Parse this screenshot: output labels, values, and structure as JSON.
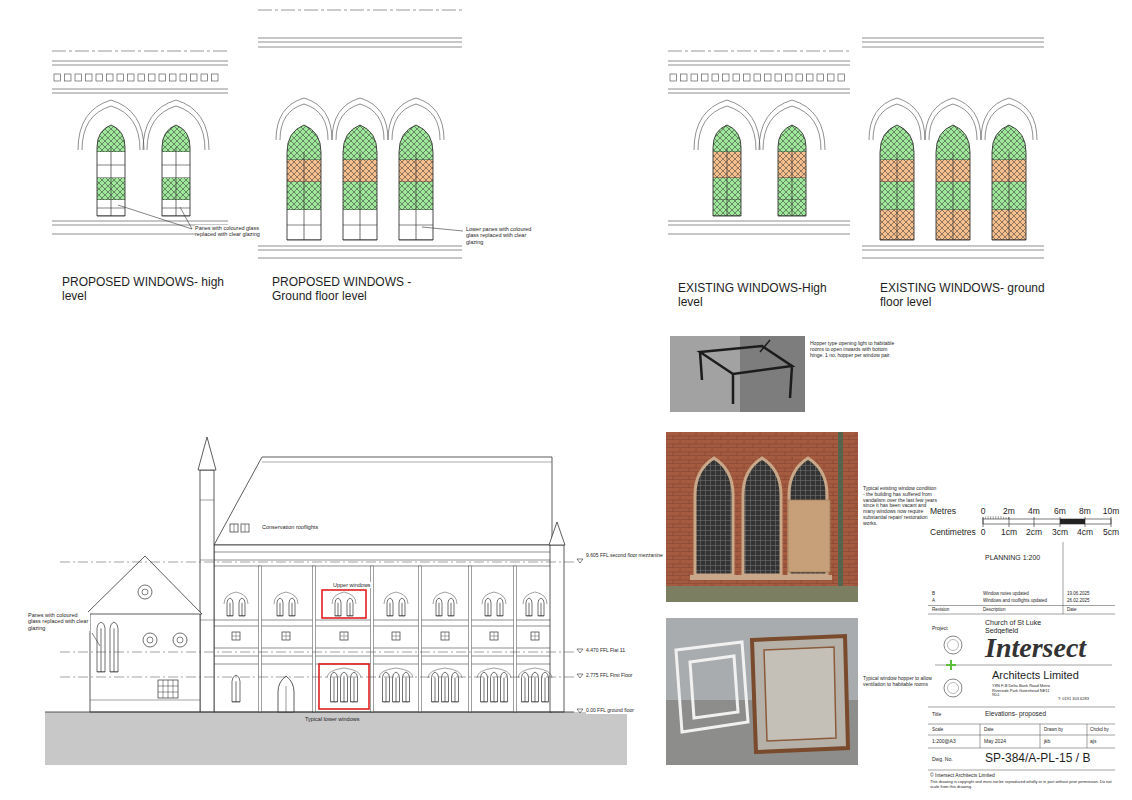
{
  "diagram": {
    "labels": [
      "PROPOSED WINDOWS- high level",
      "PROPOSED WINDOWS - Ground floor level",
      "EXISTING WINDOWS-High level",
      "EXISTING WINDOWS- ground floor level",
      "Panes with coloured glass replaced with clear glazing",
      "Lower panes with coloured glass replaced with clear glazing",
      "Hopper type opening light to habitable rooms to open inwards with bottom hinge. 1 no. hopper per window pair.",
      "Typical existing window condition - the building has suffered from vandalism over the last few years since it has been vacant and many windows now require substantial repair/ restoration works.",
      "Typical window hopper to allow ventilation to habitable rooms",
      "Metres",
      "0",
      "2m",
      "4m",
      "6m",
      "8m",
      "10m",
      "Centimetres",
      "0",
      "1cm",
      "2cm",
      "3cm",
      "4cm",
      "5cm",
      "PLANNING 1:200",
      "B",
      "Window notes updated",
      "19.06.2025",
      "A",
      "Windows and rooflights updated",
      "26.02.2025",
      "Revision",
      "Description",
      "Date",
      "Project",
      "Church of St Luke Sedgefield",
      "Intersect",
      "Architects Limited",
      "Y8N F-B Delta Bank Road Metro Riverside Park Gateshead NE11 9DJ.",
      "T: 0191 303 6283",
      "Title",
      "Elevations- proposed",
      "Scale",
      "Date",
      "Drawn by",
      "Chckd by",
      "1:200@A3",
      "May 2024",
      "jkb",
      "ajs",
      "Dwg. No.",
      "SP-384/A-PL-15 / B",
      "© Intersect Architects Limited",
      "This drawing is copyright and must not be reproduced wholly or in part without prior permission. Do not scale from this drawing.",
      "Conservation rooflights",
      "Upper windows",
      "9.605 FFL second floor mezzanine",
      "4.470 FFL Flat 11",
      "2.775 FFL First Floor",
      "0.00 FFL ground floor",
      "Typical lower windows",
      "Panes with coloured glass replaced with clear glazing"
    ]
  }
}
